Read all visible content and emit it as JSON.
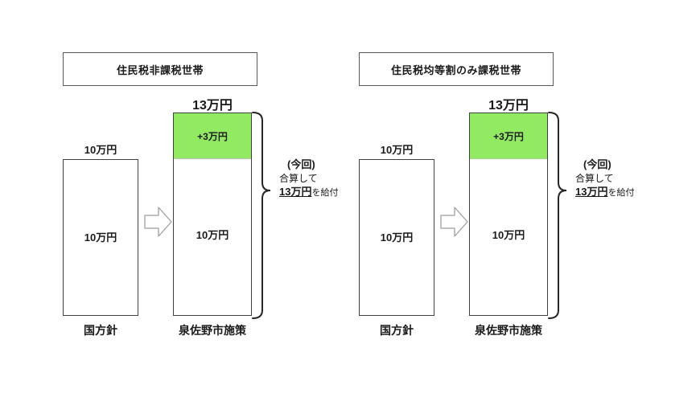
{
  "colors": {
    "highlight_green": "#92E962",
    "bar_border": "#404040",
    "separator_gray": "#BFBFBF",
    "text": "#1A1A1A"
  },
  "sections": [
    {
      "header": "住民税非課税世帯",
      "national": {
        "top_label": "10万円",
        "value": "10万円",
        "axis_label": "国方針"
      },
      "city": {
        "total_label": "13万円",
        "bonus_label": "+3万円",
        "base_label": "10万円",
        "axis_label": "泉佐野市施策",
        "separator_style": "solid"
      },
      "note": {
        "line1": "(今回)",
        "line2": "合算して",
        "amount": "13万円",
        "suffix": "を給付"
      }
    },
    {
      "header": "住民税均等割のみ課税世帯",
      "national": {
        "top_label": "10万円",
        "value": "10万円",
        "axis_label": "国方針"
      },
      "city": {
        "total_label": "13万円",
        "bonus_label": "+3万円",
        "base_label": "10万円",
        "axis_label": "泉佐野市施策",
        "separator_style": "dotted"
      },
      "note": {
        "line1": "(今回)",
        "line2": "合算して",
        "amount": "13万円",
        "suffix": "を給付"
      }
    }
  ]
}
